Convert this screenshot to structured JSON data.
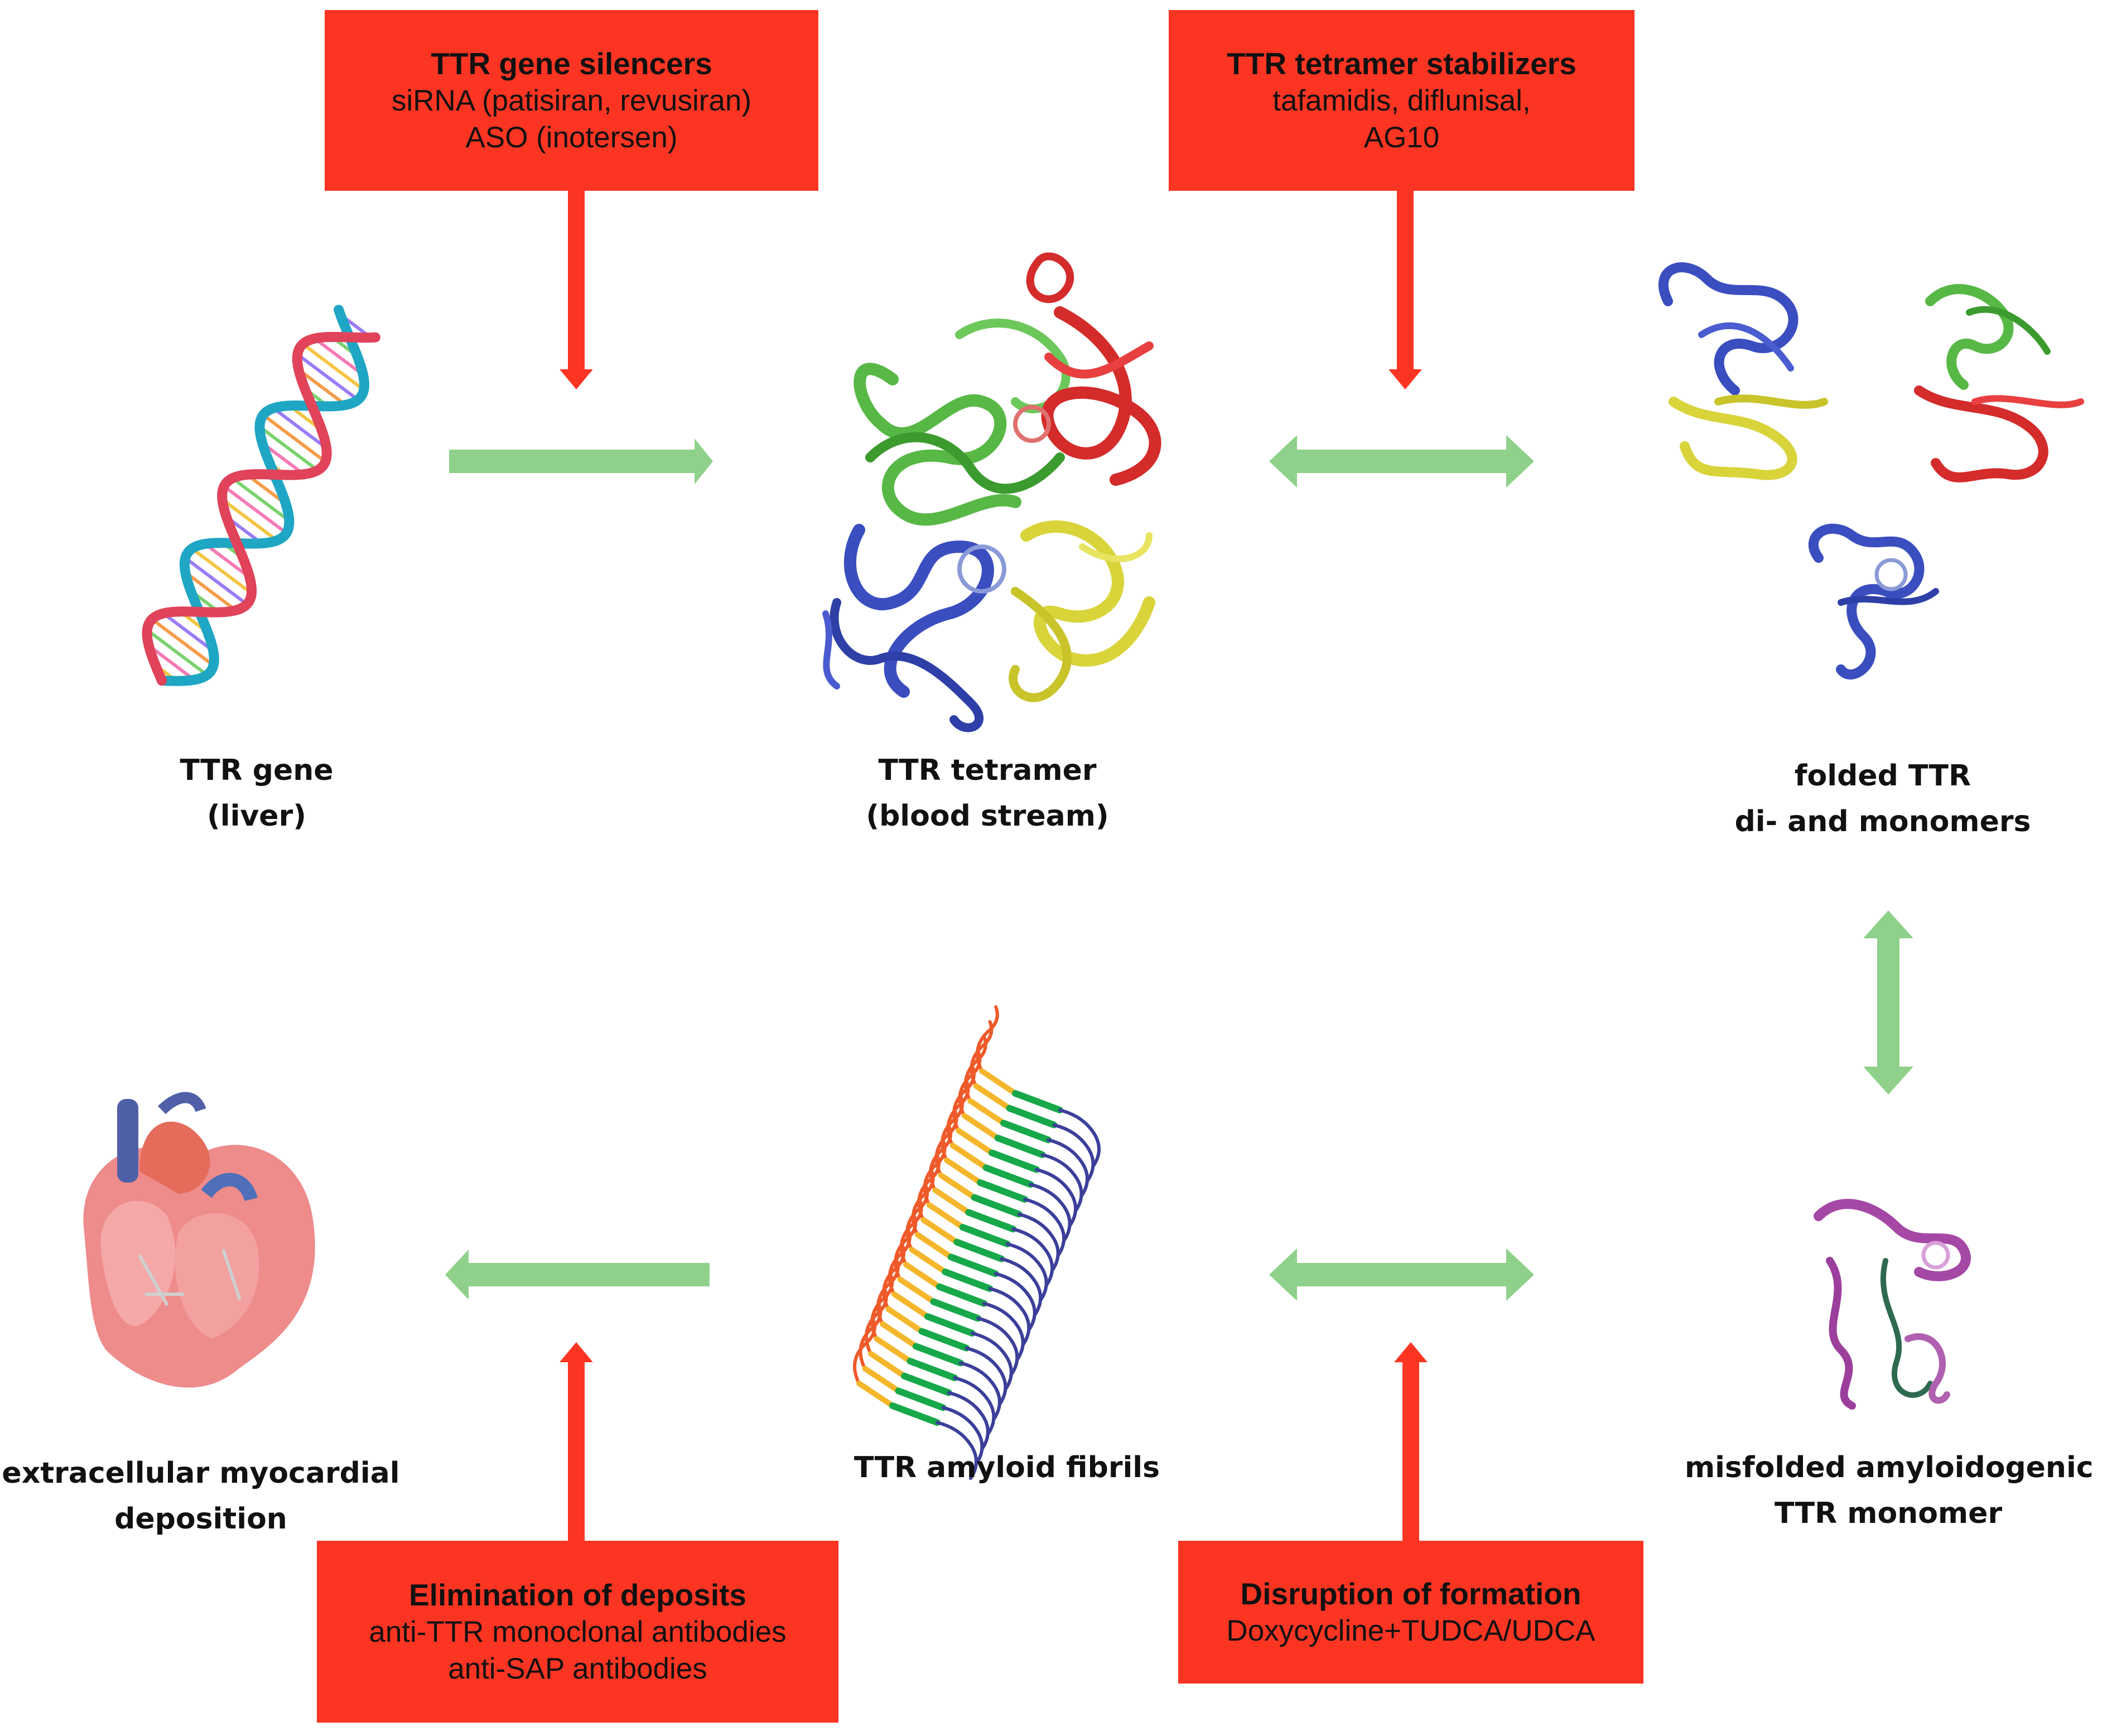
{
  "colors": {
    "drug_box": "#fc3523",
    "red_arrow": "#fc3523",
    "green_arrow": "#8fd18a",
    "text": "#111111"
  },
  "boxes": {
    "silencers": {
      "title": "TTR gene silencers",
      "lines": [
        "siRNA (patisiran, revusiran)",
        "ASO (inotersen)"
      ]
    },
    "stabilizers": {
      "title": "TTR tetramer stabilizers",
      "lines": [
        "tafamidis, diflunisal,",
        "AG10"
      ]
    },
    "elimination": {
      "title": "Elimination of deposits",
      "lines": [
        "anti-TTR monoclonal antibodies",
        "anti-SAP antibodies"
      ]
    },
    "disruption": {
      "title": "Disruption of formation",
      "lines": [
        "Doxycycline+TUDCA/UDCA"
      ]
    }
  },
  "captions": {
    "gene": [
      "TTR gene",
      "(liver)"
    ],
    "tetramer": [
      "TTR tetramer",
      "(blood stream)"
    ],
    "folded": [
      "folded TTR",
      "di- and monomers"
    ],
    "misfolded": [
      "misfolded amyloidogenic",
      "TTR monomer"
    ],
    "fibrils": [
      "TTR amyloid fibrils"
    ],
    "deposition": [
      "extracellular myocardial",
      "deposition"
    ]
  },
  "icons": {
    "dna": "dna-helix-icon",
    "tetramer": "protein-tetramer-icon",
    "folded": "folded-protein-icon",
    "misfolded": "misfolded-monomer-icon",
    "fibrils": "amyloid-fibril-icon",
    "heart": "heart-anatomy-icon"
  }
}
